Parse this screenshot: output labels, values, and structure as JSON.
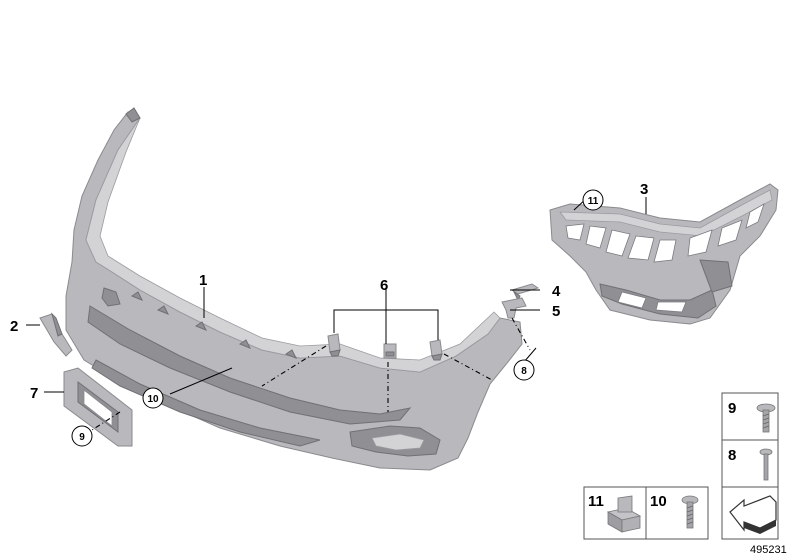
{
  "callouts": {
    "c1": "1",
    "c2": "2",
    "c3": "3",
    "c4": "4",
    "c5": "5",
    "c6": "6",
    "c7": "7",
    "c8": "8",
    "c9": "9",
    "c10": "10",
    "c11": "11"
  },
  "legend_boxes": {
    "b9": "9",
    "b8": "8",
    "b11": "11",
    "b10": "10"
  },
  "diagram_id": "495231"
}
